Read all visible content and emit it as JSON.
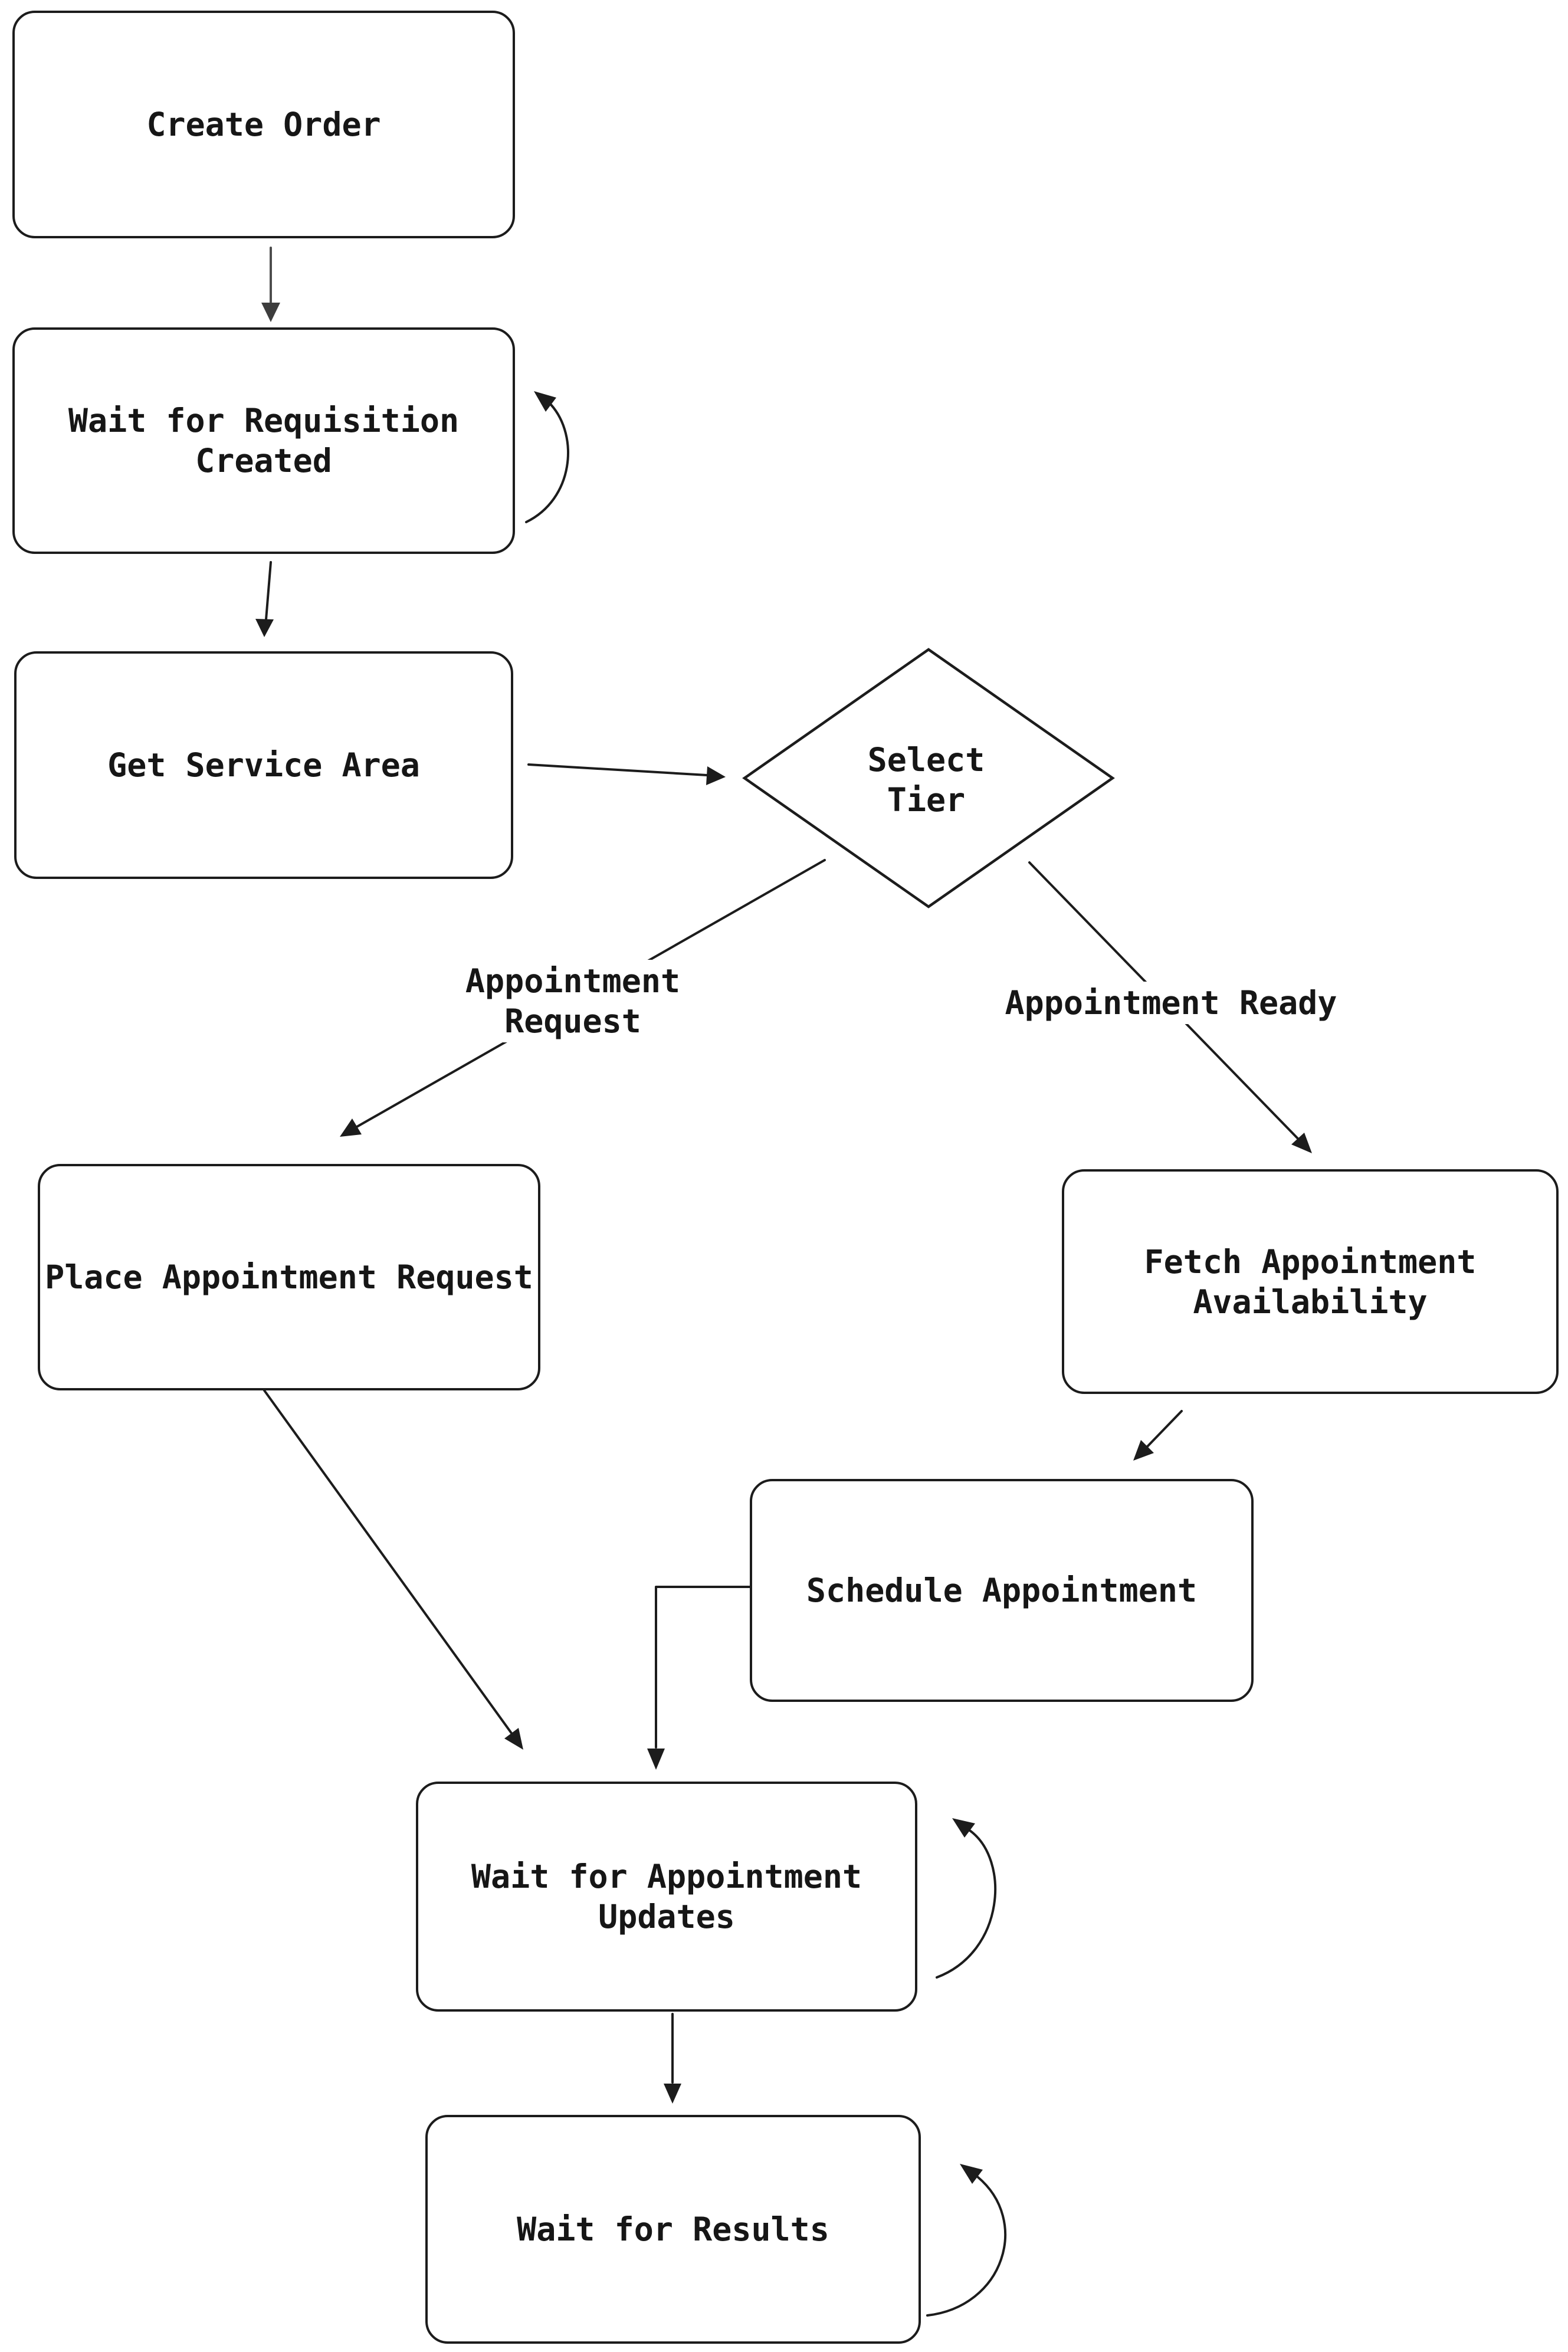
{
  "diagram": {
    "type": "flowchart",
    "background": "#ffffff",
    "stroke_color": "#1c1c1c",
    "text_color": "#161616",
    "start_arrow_color": "#4d4d4d",
    "nodes": [
      {
        "id": "create-order",
        "label": "Create Order",
        "shape": "rounded-rect"
      },
      {
        "id": "wait-for-requisition-created",
        "label": "Wait for Requisition Created",
        "shape": "rounded-rect",
        "self_loop": true
      },
      {
        "id": "get-service-area",
        "label": "Get Service Area",
        "shape": "rounded-rect"
      },
      {
        "id": "select-tier",
        "label": "Select Tier",
        "shape": "diamond"
      },
      {
        "id": "place-appointment-request",
        "label": "Place Appointment Request",
        "shape": "rounded-rect"
      },
      {
        "id": "fetch-appointment-availability",
        "label": "Fetch Appointment Availability",
        "shape": "rounded-rect"
      },
      {
        "id": "schedule-appointment",
        "label": "Schedule Appointment",
        "shape": "rounded-rect"
      },
      {
        "id": "wait-for-appointment-updates",
        "label": "Wait for Appointment Updates",
        "shape": "rounded-rect",
        "self_loop": true
      },
      {
        "id": "wait-for-results",
        "label": "Wait for Results",
        "shape": "rounded-rect",
        "self_loop": true
      }
    ],
    "edges": [
      {
        "from": "create-order",
        "to": "wait-for-requisition-created",
        "label": ""
      },
      {
        "from": "wait-for-requisition-created",
        "to": "wait-for-requisition-created",
        "label": ""
      },
      {
        "from": "wait-for-requisition-created",
        "to": "get-service-area",
        "label": ""
      },
      {
        "from": "get-service-area",
        "to": "select-tier",
        "label": ""
      },
      {
        "from": "select-tier",
        "to": "place-appointment-request",
        "label": "Appointment Request"
      },
      {
        "from": "select-tier",
        "to": "fetch-appointment-availability",
        "label": "Appointment Ready"
      },
      {
        "from": "fetch-appointment-availability",
        "to": "schedule-appointment",
        "label": ""
      },
      {
        "from": "place-appointment-request",
        "to": "wait-for-appointment-updates",
        "label": ""
      },
      {
        "from": "schedule-appointment",
        "to": "wait-for-appointment-updates",
        "label": ""
      },
      {
        "from": "wait-for-appointment-updates",
        "to": "wait-for-appointment-updates",
        "label": ""
      },
      {
        "from": "wait-for-appointment-updates",
        "to": "wait-for-results",
        "label": ""
      },
      {
        "from": "wait-for-results",
        "to": "wait-for-results",
        "label": ""
      }
    ]
  }
}
